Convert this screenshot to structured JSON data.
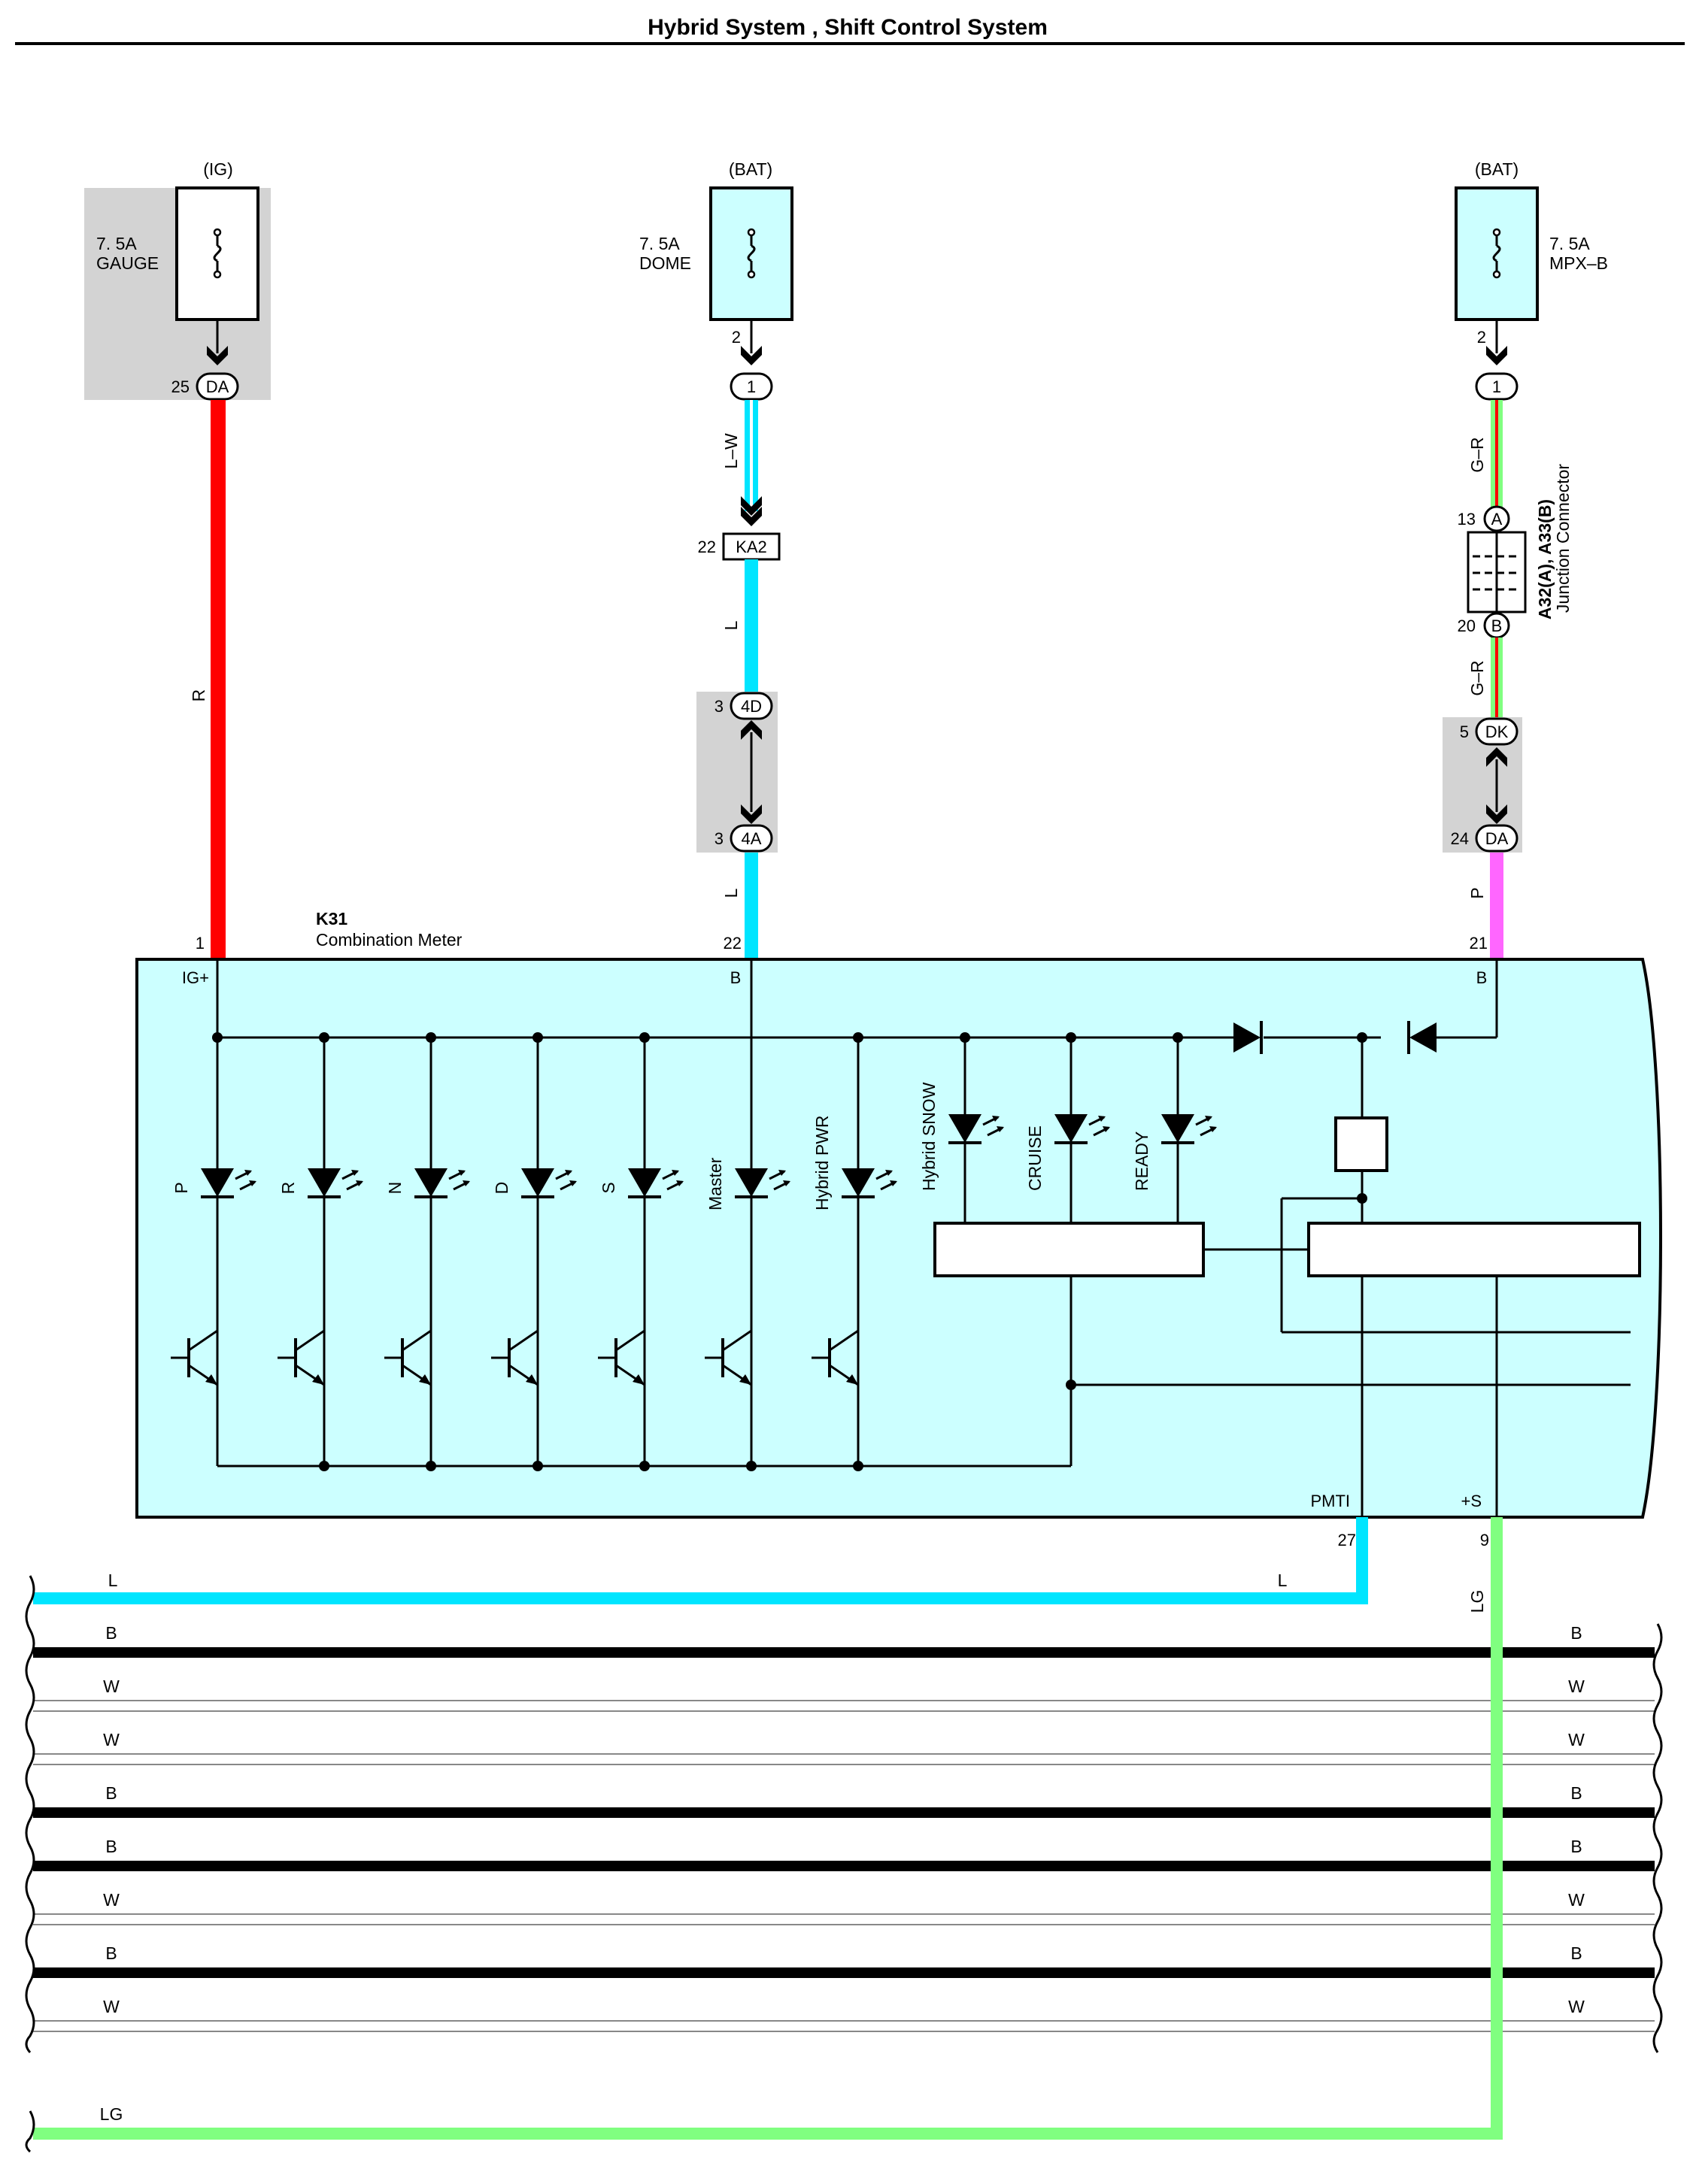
{
  "title": "Hybrid System , Shift Control System",
  "fuses": [
    {
      "source": "(IG)",
      "rating": "7. 5A",
      "name": "GAUGE",
      "pin": "25",
      "connector": "DA"
    },
    {
      "source": "(BAT)",
      "rating": "7. 5A",
      "name": "DOME",
      "pin": "2",
      "connector": "1"
    },
    {
      "source": "(BAT)",
      "rating": "7. 5A",
      "name": "MPX–B",
      "pin": "2",
      "connector": "1"
    }
  ],
  "wires": {
    "gauge": "R",
    "dome_1": "L–W",
    "dome_2": "L",
    "dome_3": "L",
    "mpx_1": "G–R",
    "mpx_2": "G–R",
    "mpx_3": "P",
    "pmti": "L",
    "pmti_end": "L",
    "plus_s": "LG",
    "plus_s_end": "LG"
  },
  "connectors": {
    "ka2": {
      "pin": "22",
      "name": "KA2"
    },
    "c4d": {
      "pin": "3",
      "name": "4D"
    },
    "c4a": {
      "pin": "3",
      "name": "4A"
    },
    "a32": {
      "pin": "13",
      "name": "A"
    },
    "a33": {
      "pin": "20",
      "name": "B"
    },
    "dk": {
      "pin": "5",
      "name": "DK"
    },
    "da": {
      "pin": "24",
      "name": "DA"
    }
  },
  "junction": {
    "label_1": "A32(A), A33(B)",
    "label_2": "Junction Connector"
  },
  "meter": {
    "id": "K31",
    "name": "Combination Meter",
    "pins": [
      {
        "num": "1",
        "name": "IG+"
      },
      {
        "num": "22",
        "name": "B"
      },
      {
        "num": "21",
        "name": "B"
      },
      {
        "num": "27",
        "name": "PMTI"
      },
      {
        "num": "9",
        "name": "+S"
      }
    ],
    "indicators": [
      "P",
      "R",
      "N",
      "D",
      "S",
      "Master",
      "Hybrid PWR"
    ],
    "upper_indicators": [
      "Hybrid SNOW",
      "CRUISE",
      "READY"
    ]
  },
  "bus_lines": [
    {
      "color": "B",
      "thick": true
    },
    {
      "color": "W",
      "thick": false
    },
    {
      "color": "W",
      "thick": false
    },
    {
      "color": "B",
      "thick": true
    },
    {
      "color": "B",
      "thick": true
    },
    {
      "color": "W",
      "thick": false
    },
    {
      "color": "B",
      "thick": true
    },
    {
      "color": "W",
      "thick": false
    }
  ],
  "colors": {
    "red": "#ff0000",
    "cyan": "#00e5ff",
    "green": "#80ff80",
    "pink": "#ff66ff",
    "box_fill": "#ccffff",
    "shade": "#d3d3d3"
  }
}
